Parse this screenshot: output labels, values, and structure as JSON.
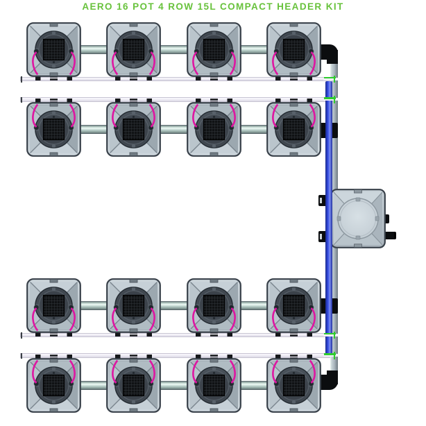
{
  "title": {
    "text": "AERO 16 POT 4 ROW 15L COMPACT HEADER KIT"
  },
  "kit": {
    "name": "AERO",
    "pot_count": 16,
    "row_count": 4,
    "pots_per_row": 4,
    "pot_size": "15L",
    "configuration": "COMPACT HEADER KIT"
  },
  "components": {
    "pot_rows": [
      {
        "row": 1,
        "pots": 4,
        "rail_side": "bottom"
      },
      {
        "row": 2,
        "pots": 4,
        "rail_side": "top"
      },
      {
        "row": 3,
        "pots": 4,
        "rail_side": "bottom"
      },
      {
        "row": 4,
        "pots": 4,
        "rail_side": "top"
      }
    ],
    "header_tank": {
      "position": "right-center"
    }
  },
  "theme": {
    "title_color": "#68c23c",
    "tube_color": "#de16a2",
    "main_pipe_blue": "#3a52e8",
    "clip_green": "#2ecc2e",
    "pipe_silver": "#b2bdc4",
    "rail_color": "#efedf5",
    "pot_body_gray": "#b4bfc7",
    "background": "#ffffff"
  }
}
